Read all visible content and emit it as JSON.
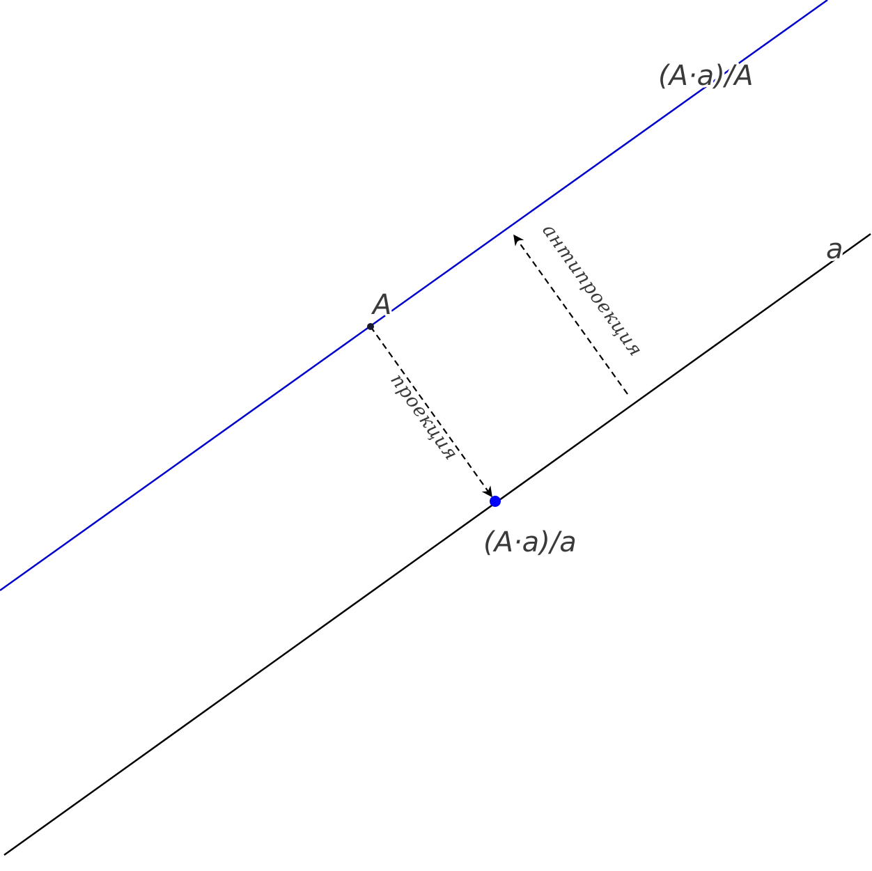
{
  "diagram": {
    "labels": {
      "line_A": "(A·a)/A",
      "line_a": "a",
      "point_A": "A",
      "point_projection": "(A·a)/a",
      "projection": "проекция",
      "antiprojection": "антипроекция"
    },
    "colors": {
      "line_A": "#0000cc",
      "line_a": "#000000",
      "point_A": "#1a1a2e",
      "point_projection": "#0000ff",
      "text": "#3a3a3a",
      "dashed_arrows": "#000000"
    }
  }
}
